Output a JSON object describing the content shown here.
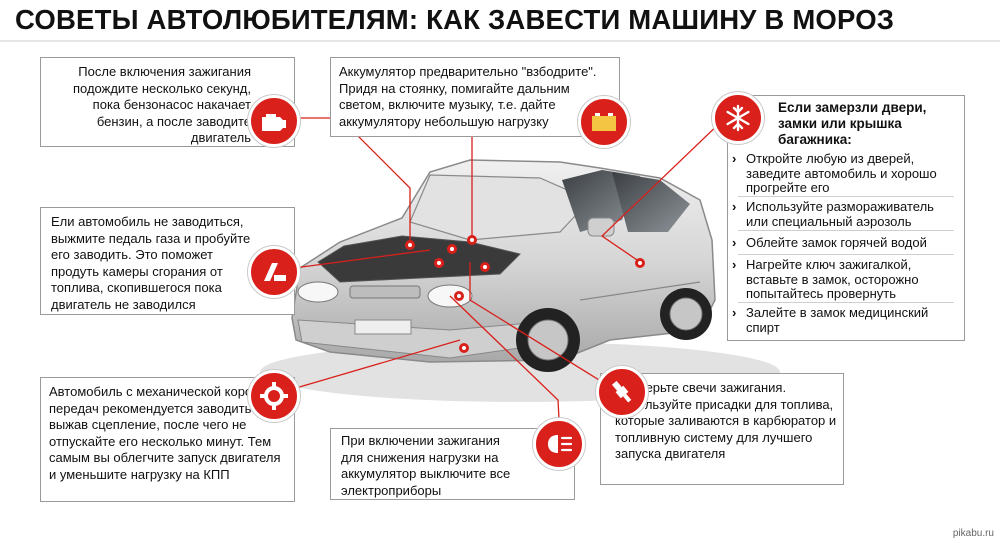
{
  "title": "СОВЕТЫ АВТОЛЮБИТЕЛЯМ: КАК ЗАВЕСТИ МАШИНУ В МОРОЗ",
  "tip_ignition": "После включения зажигания подождите несколько секунд, пока бензонасос накачает бензин, а после заводите двигатель",
  "tip_battery": "Аккумулятор предварительно \"взбодрите\". Придя на стоянку, помигайте дальним светом, включите музыку, т.е. дайте аккумулятору небольшую нагрузку",
  "tip_gas": "Ели автомобиль не заводиться, выжмите педаль газа и пробуйте его заводить. Это поможет продуть камеры сгорания от топлива, скопившегося пока двигатель не заводился",
  "tip_manual": "Автомобиль с механической коробкой передач рекомендуется заводить выжав сцепление, после чего не отпускайте его несколько минут. Тем самым вы облегчите запуск двигателя и уменьшите нагрузку на КПП",
  "tip_lights": "При включении зажигания для снижения нагрузки на аккумулятор выключите все электроприборы",
  "tip_plugs": "Проверьте свечи зажигания. Используйте присадки для топлива, которые заливаются в карбюратор и топливную систему для лучшего запуска двигателя",
  "frozen": {
    "heading": "Если замерзли двери, замки или крышка багажника:",
    "items": [
      "Откройте любую из дверей, заведите автомобиль и хорошо прогрейте его",
      "Используйте размораживатель или специальный аэрозоль",
      "Облейте замок горячей водой",
      "Нагрейте ключ зажигалкой, вставьте в замок, осторожно попытайтесь провернуть",
      "Залейте в замок медицинский спирт"
    ]
  },
  "watermark": "pikabu.ru",
  "colors": {
    "accent": "#d9201b",
    "car_body": "#d8d8d8",
    "border": "#9a9a9a"
  },
  "icons": [
    "engine-icon",
    "battery-icon",
    "snowflake-icon",
    "gas-pedal-icon",
    "gear-icon",
    "headlight-icon",
    "spark-plug-icon"
  ]
}
